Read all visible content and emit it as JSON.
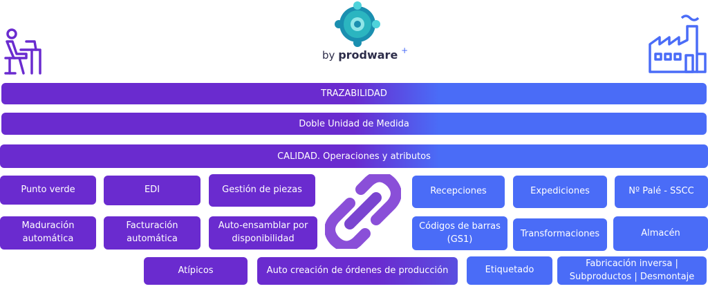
{
  "brand": {
    "by": "by",
    "name": "prodware"
  },
  "bars": [
    "TRAZABILIDAD",
    "Doble Unidad de Medida",
    "CALIDAD. Operaciones y atributos"
  ],
  "purple_boxes": [
    "Punto verde",
    "EDI",
    "Gestión de piezas",
    "Maduración automática",
    "Facturación automática",
    "Auto-ensamblar por disponibilidad",
    "Atípicos",
    "Auto creación de órdenes de producción"
  ],
  "blue_boxes": [
    "Recepciones",
    "Expediciones",
    "Nº Palé - SSCC",
    "Códigos de barras (GS1)",
    "Transformaciones",
    "Almacén",
    "Etiquetado",
    "Fabricación inversa | Subproductos | Desmontaje"
  ],
  "icons": {
    "left": "person-at-computer-icon",
    "right": "factory-icon",
    "center": "link-chain-icon",
    "logo": "business-central-logo-icon"
  },
  "colors": {
    "purple": "#6a2bcf",
    "blue": "#4a6cf7",
    "logo": "#1fa6b5",
    "chain": "#8a4fd8"
  }
}
